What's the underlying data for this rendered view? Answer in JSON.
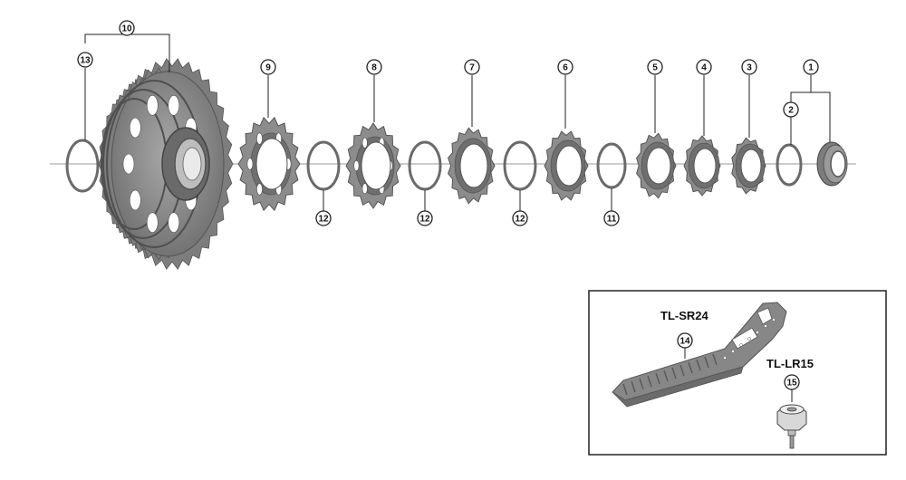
{
  "callouts": [
    {
      "id": "c1",
      "label": "1"
    },
    {
      "id": "c2",
      "label": "2"
    },
    {
      "id": "c3",
      "label": "3"
    },
    {
      "id": "c4",
      "label": "4"
    },
    {
      "id": "c5",
      "label": "5"
    },
    {
      "id": "c6",
      "label": "6"
    },
    {
      "id": "c7",
      "label": "7"
    },
    {
      "id": "c8",
      "label": "8"
    },
    {
      "id": "c9",
      "label": "9"
    },
    {
      "id": "c10",
      "label": "10"
    },
    {
      "id": "c11",
      "label": "11"
    },
    {
      "id": "c12a",
      "label": "12"
    },
    {
      "id": "c12b",
      "label": "12"
    },
    {
      "id": "c12c",
      "label": "12"
    },
    {
      "id": "c13",
      "label": "13"
    },
    {
      "id": "c14",
      "label": "14"
    },
    {
      "id": "c15",
      "label": "15"
    }
  ],
  "tools": {
    "wrench_label": "TL-SR24",
    "lockring_tool_label": "TL-LR15"
  },
  "colors": {
    "part_fill": "#8a8a8a",
    "part_dark": "#5e5e5e",
    "line": "#222222",
    "axis": "#999999"
  }
}
